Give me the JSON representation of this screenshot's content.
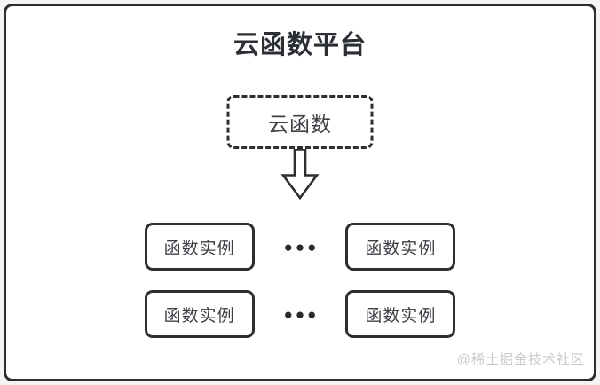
{
  "page": {
    "title": "云函数平台"
  },
  "colors": {
    "frame_border": "#2e2e2e",
    "node_border": "#2e2e2e",
    "title_text": "#2b2f33",
    "node_text": "#3d4146",
    "watermark_text": "#c9c9c9",
    "background": "#ffffff"
  },
  "diagram": {
    "root_node": {
      "label": "云函数"
    },
    "arrow_icon": "down-block-arrow",
    "rows": [
      {
        "left": "函数实例",
        "ellipsis": "●●●",
        "right": "函数实例"
      },
      {
        "left": "函数实例",
        "ellipsis": "●●●",
        "right": "函数实例"
      }
    ],
    "watermark": "@稀土掘金技术社区"
  }
}
